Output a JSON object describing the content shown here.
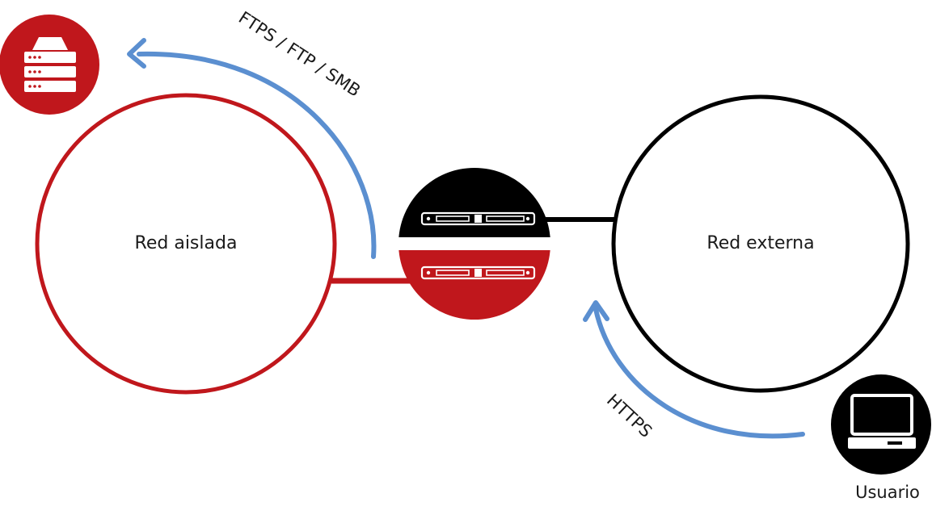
{
  "diagram": {
    "networks": {
      "isolated": {
        "label": "Red aislada"
      },
      "external": {
        "label": "Red externa"
      }
    },
    "nodes": {
      "storage": {
        "icon": "server-storage-icon"
      },
      "gateway": {
        "icon": "rack-appliance-icon"
      },
      "user": {
        "label": "Usuario",
        "icon": "laptop-icon"
      }
    },
    "flows": {
      "file_transfer": {
        "label": "FTPS / FTP / SMB"
      },
      "web_access": {
        "label": "HTTPS"
      }
    },
    "colors": {
      "isolated": "#c0171c",
      "external": "#000000",
      "arrow": "#5b8fd0"
    }
  }
}
